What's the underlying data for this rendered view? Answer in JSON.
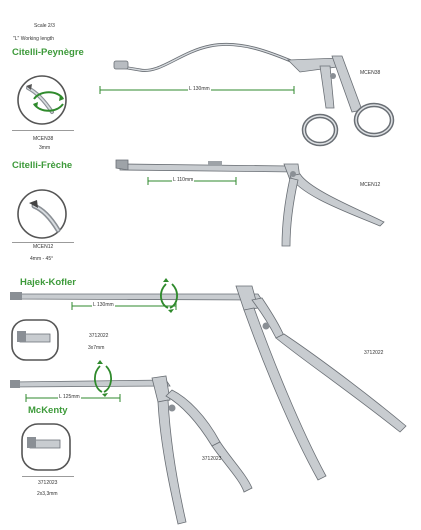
{
  "header": {
    "scale": "Scale 2/3",
    "working_length_note": "\"L\" Working length"
  },
  "colors": {
    "title_green": "#3d9a3a",
    "measure_green": "#2f8a2c",
    "steel": "#c8ccd0",
    "steel_dark": "#6a6f75"
  },
  "products": [
    {
      "title": "Citelli-Peynègre",
      "code_under_icon": "MCEN38",
      "size": "3mm",
      "code_beside_tool": "MCEN38",
      "length": "L 130mm",
      "icon": "rotation-arrows-icon"
    },
    {
      "title": "Citelli-Frèche",
      "code_under_icon": "MCEN12",
      "size": "4mm - 45°",
      "code_beside_tool": "MCEN12",
      "length": "L 110mm"
    },
    {
      "title": "Hajek-Kofler",
      "code_under_icon": "3712022",
      "size": "3x7mm",
      "code_beside_tool": "3712022",
      "length": "L 130mm",
      "icon": "rotation-arrows-icon"
    },
    {
      "title": "McKenty",
      "code_under_icon": "3712023",
      "size": "2x3,3mm",
      "code_beside_tool": "3712023",
      "length": "L 125mm",
      "icon": "rotation-arrows-icon"
    }
  ]
}
